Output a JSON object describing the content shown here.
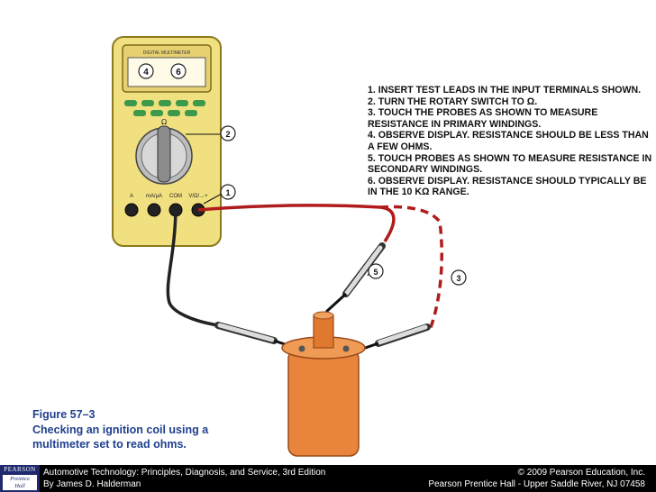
{
  "meter": {
    "brand": "DIGITAL MULTIMETER",
    "jack_labels": [
      "A",
      "mA/µA",
      "COM",
      "V/Ω/→+"
    ],
    "display_digits": [
      "4",
      "6"
    ]
  },
  "callouts": {
    "c1": "1",
    "c2": "2",
    "c3": "3",
    "c5": "5"
  },
  "instructions": [
    "1. INSERT TEST LEADS IN THE INPUT TERMINALS SHOWN.",
    "2. TURN THE ROTARY SWITCH TO Ω.",
    "3. TOUCH THE PROBES AS SHOWN TO MEASURE RESISTANCE IN PRIMARY WINDINGS.",
    "4. OBSERVE DISPLAY. RESISTANCE SHOULD BE LESS THAN A FEW OHMS.",
    "5. TOUCH PROBES AS SHOWN TO MEASURE RESISTANCE IN SECONDARY WINDINGS.",
    "6. OBSERVE DISPLAY. RESISTANCE SHOULD TYPICALLY BE IN THE 10 KΩ RANGE."
  ],
  "caption": {
    "line1": "Figure 57–3",
    "line2": "Checking an ignition coil using a",
    "line3": "multimeter set to read ohms."
  },
  "footer": {
    "left1": "Automotive Technology: Principles, Diagnosis, and Service, 3rd Edition",
    "left2": "By James D. Halderman",
    "right1": "© 2009 Pearson Education, Inc.",
    "right2": "Pearson Prentice Hall - Upper Saddle River, NJ 07458",
    "logo_top": "PEARSON",
    "logo_bottom1": "Prentice",
    "logo_bottom2": "Hall"
  },
  "colors": {
    "meter_body": "#f1e080",
    "meter_outline": "#8a7a20",
    "lead_red": "#b01c1c",
    "lead_black": "#222222",
    "coil": "#e8843c",
    "caption": "#1f3f8f",
    "footer_bg": "#000000"
  }
}
